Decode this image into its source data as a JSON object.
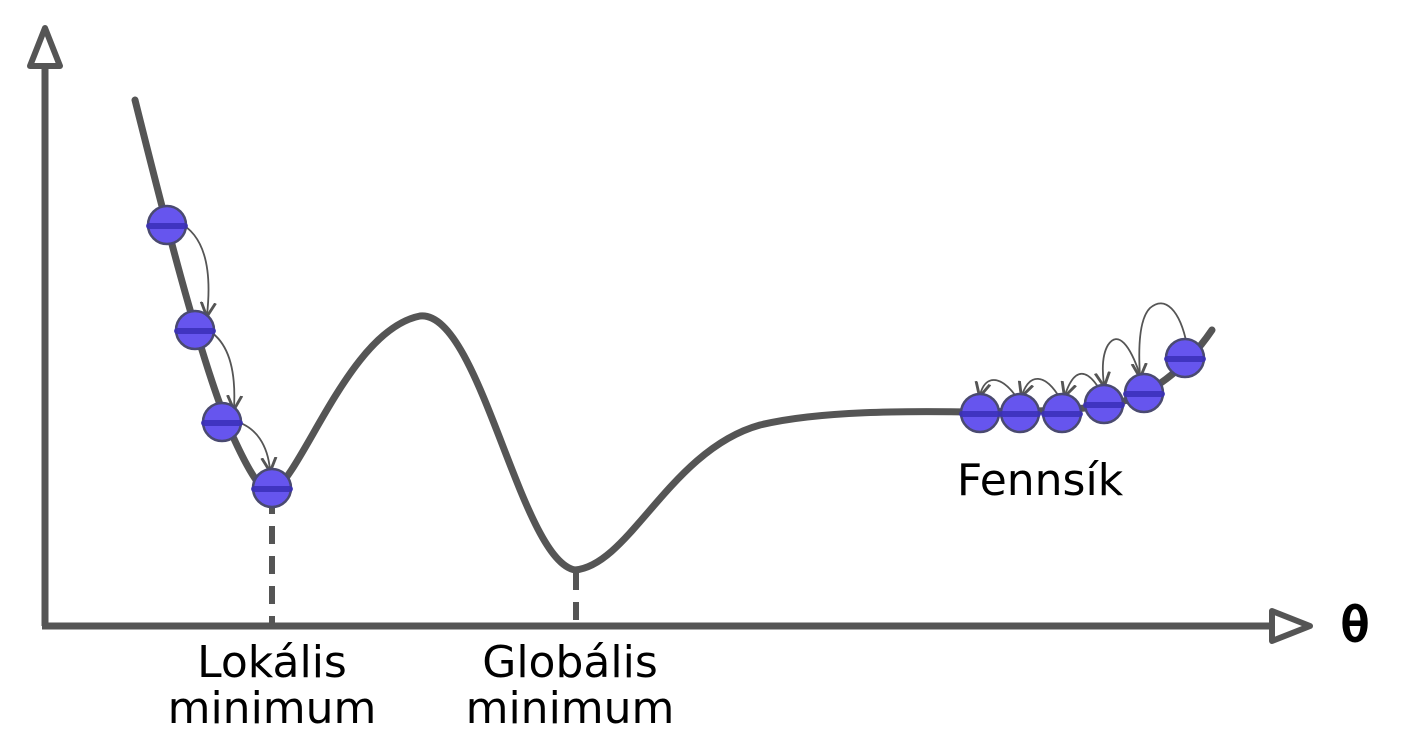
{
  "diagram": {
    "axis_label_x": "θ",
    "labels": {
      "local_min_line1": "Lokális",
      "local_min_line2": "minimum",
      "global_min_line1": "Globális",
      "global_min_line2": "minimum",
      "plateau": "Fennsík"
    },
    "colors": {
      "curve": "#555555",
      "axis": "#555555",
      "ball_fill": "#6655ee",
      "ball_stroke": "#4a4a70",
      "ball_band": "#3a2fb8"
    },
    "icons": [
      "axis-arrow-up-icon",
      "axis-arrow-right-icon",
      "step-arrow-icon"
    ]
  }
}
